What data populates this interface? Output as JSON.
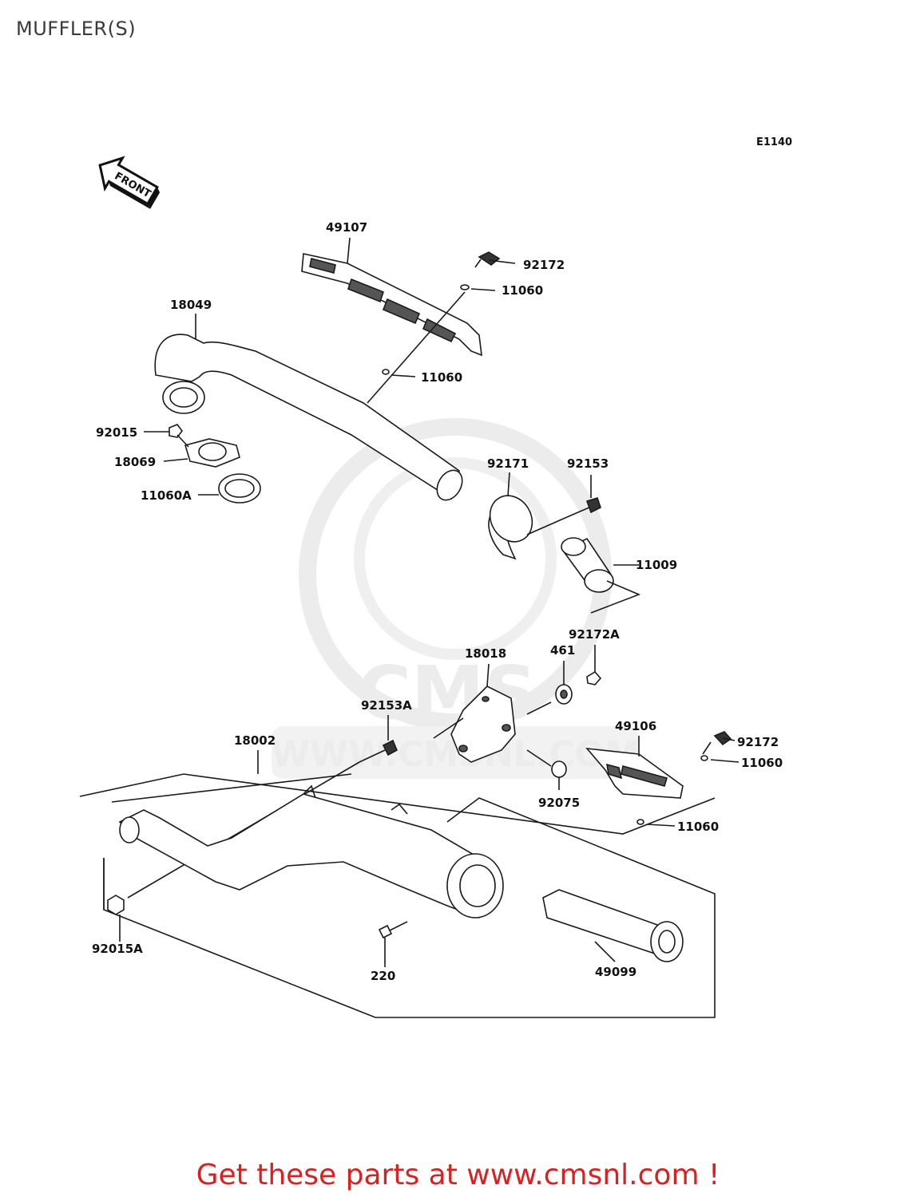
{
  "page": {
    "title": "MUFFLER(S)",
    "diagram_code": "E1140",
    "front_arrow_label": "FRONT",
    "watermark_logo": "CMS",
    "watermark_url": "WWW.CMSNL.COM",
    "footer_link_text": "Get these parts at www.cmsnl.com !"
  },
  "colors": {
    "line": "#1a1a1a",
    "footer": "#dd1f1f",
    "watermark": "#ececec"
  },
  "labels": [
    {
      "id": "49107",
      "text": "49107"
    },
    {
      "id": "92172-a",
      "text": "92172"
    },
    {
      "id": "11060-a",
      "text": "11060"
    },
    {
      "id": "18049",
      "text": "18049"
    },
    {
      "id": "11060-b",
      "text": "11060"
    },
    {
      "id": "92015",
      "text": "92015"
    },
    {
      "id": "18069",
      "text": "18069"
    },
    {
      "id": "11060A",
      "text": "11060A"
    },
    {
      "id": "92171",
      "text": "92171"
    },
    {
      "id": "92153",
      "text": "92153"
    },
    {
      "id": "11009",
      "text": "11009"
    },
    {
      "id": "92172A",
      "text": "92172A"
    },
    {
      "id": "461",
      "text": "461"
    },
    {
      "id": "18018",
      "text": "18018"
    },
    {
      "id": "92153A",
      "text": "92153A"
    },
    {
      "id": "49106",
      "text": "49106"
    },
    {
      "id": "92172-b",
      "text": "92172"
    },
    {
      "id": "11060-c",
      "text": "11060"
    },
    {
      "id": "18002",
      "text": "18002"
    },
    {
      "id": "92075",
      "text": "92075"
    },
    {
      "id": "11060-d",
      "text": "11060"
    },
    {
      "id": "92015A",
      "text": "92015A"
    },
    {
      "id": "220",
      "text": "220"
    },
    {
      "id": "49099",
      "text": "49099"
    }
  ]
}
